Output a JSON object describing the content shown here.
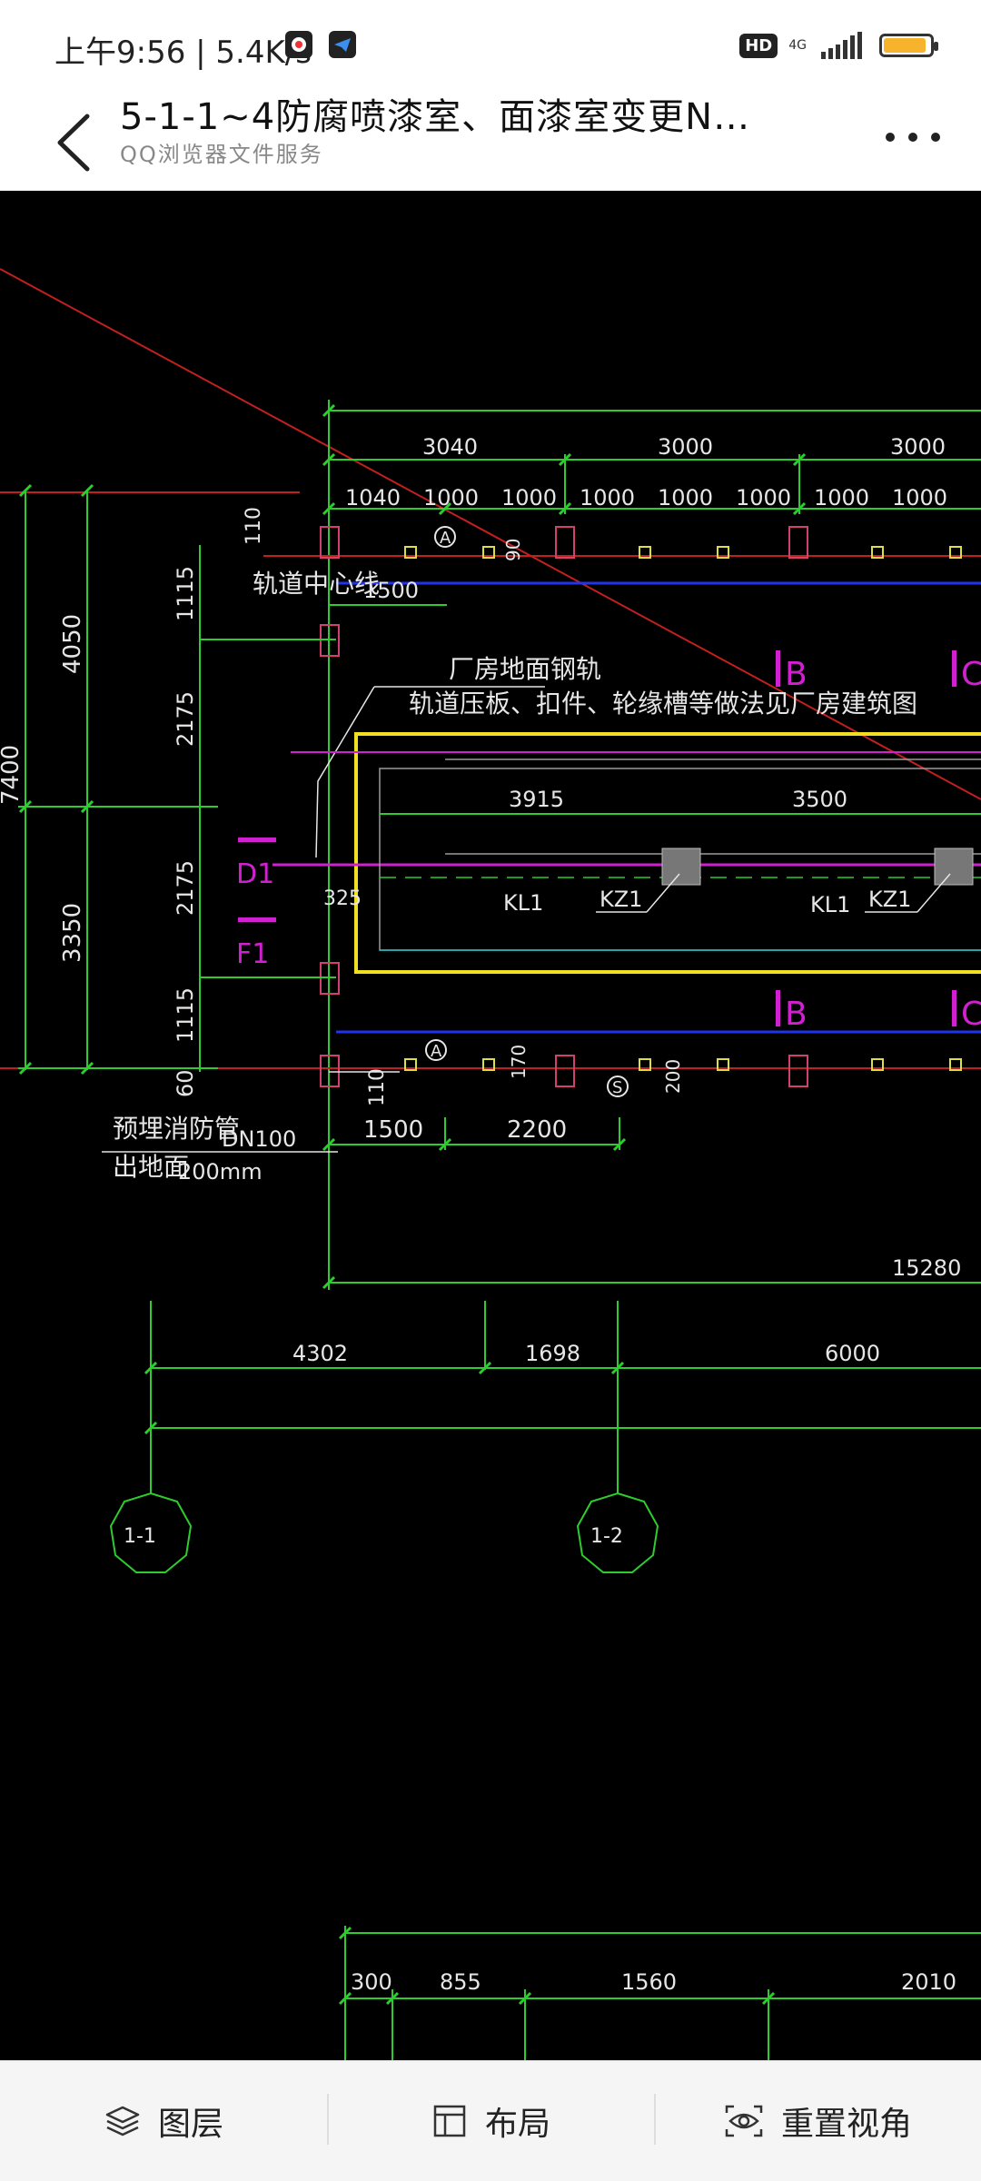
{
  "status_bar": {
    "time_speed": "上午9:56 | 5.4K/s",
    "hd": "HD",
    "network": "4G"
  },
  "header": {
    "title": "5-1-1~4防腐喷漆室、面漆室变更N…",
    "subtitle": "QQ浏览器文件服务"
  },
  "drawing": {
    "dims_top_row1": [
      "3040",
      "3000",
      "3000"
    ],
    "dims_top_row2": [
      "1040",
      "1000",
      "1000",
      "1000",
      "1000",
      "1000",
      "1000",
      "1000"
    ],
    "dims_left": [
      "110",
      "1115",
      "2175",
      "2175",
      "1115",
      "60"
    ],
    "dims_far_left": [
      "4050",
      "3350",
      "7400"
    ],
    "track_center_label": "轨道中心线",
    "track_dim": "1500",
    "steel_rail_label": "厂房地面钢轨",
    "track_note": "轨道压板、扣件、轮缘槽等做法见厂房建筑图",
    "section_b": "B",
    "section_c": "C",
    "dim_3915": "3915",
    "dim_3500": "3500",
    "kl1": "KL1",
    "kz1": "KZ1",
    "d1": "D1",
    "f1": "F1",
    "dim_325": "325",
    "circle_a": "A",
    "circle_s": "S",
    "dim_90": "90",
    "dim_110b": "110",
    "dim_170": "170",
    "dim_200": "200",
    "fire_pipe": "预埋消防管",
    "dn100": "DN100",
    "out_ground": "出地面",
    "mm200": "200mm",
    "dim_1500b": "1500",
    "dim_2200": "2200",
    "dim_15280": "15280",
    "dim_4302": "4302",
    "dim_1698": "1698",
    "dim_6000": "6000",
    "marker_1_1": "1-1",
    "marker_1_2": "1-2",
    "dims_bottom": [
      "300",
      "855",
      "1560",
      "2010"
    ]
  },
  "bottom_bar": {
    "layers": "图层",
    "layout": "布局",
    "reset_view": "重置视角"
  }
}
